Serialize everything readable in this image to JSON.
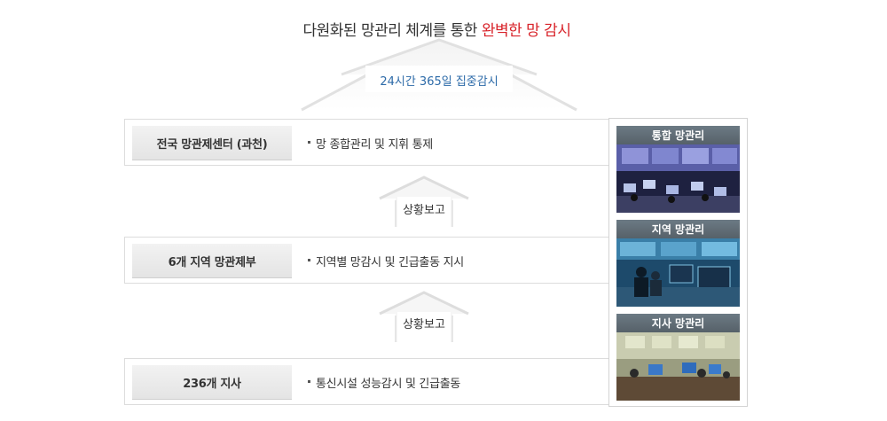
{
  "title": {
    "main": "다원화된 망관리 체계를 통한 ",
    "highlight": "완벽한 망 감시"
  },
  "arrows": [
    {
      "label": "24시간 365일 집중감시"
    },
    {
      "label": "상황보고"
    },
    {
      "label": "상황보고"
    }
  ],
  "tiers": [
    {
      "name": "전국 망관제센터 (과천)",
      "description": "망 종합관리 및 지휘 통제"
    },
    {
      "name": "6개 지역 망관제부",
      "description": "지역별 망감시 및 긴급출동 지시"
    },
    {
      "name": "236개 지사",
      "description": "통신시설 성능감시 및 긴급출동"
    }
  ],
  "photos": [
    {
      "label": "통합 망관리",
      "scene": "control-room-video-wall"
    },
    {
      "label": "지역 망관리",
      "scene": "regional-operators-monitors"
    },
    {
      "label": "지사 망관리",
      "scene": "branch-office-monitors"
    }
  ],
  "colors": {
    "accent_red": "#d8232a",
    "accent_blue": "#2c6aa8",
    "label_bar": "#5e6a73",
    "tier_box": "#e8e8e8"
  }
}
